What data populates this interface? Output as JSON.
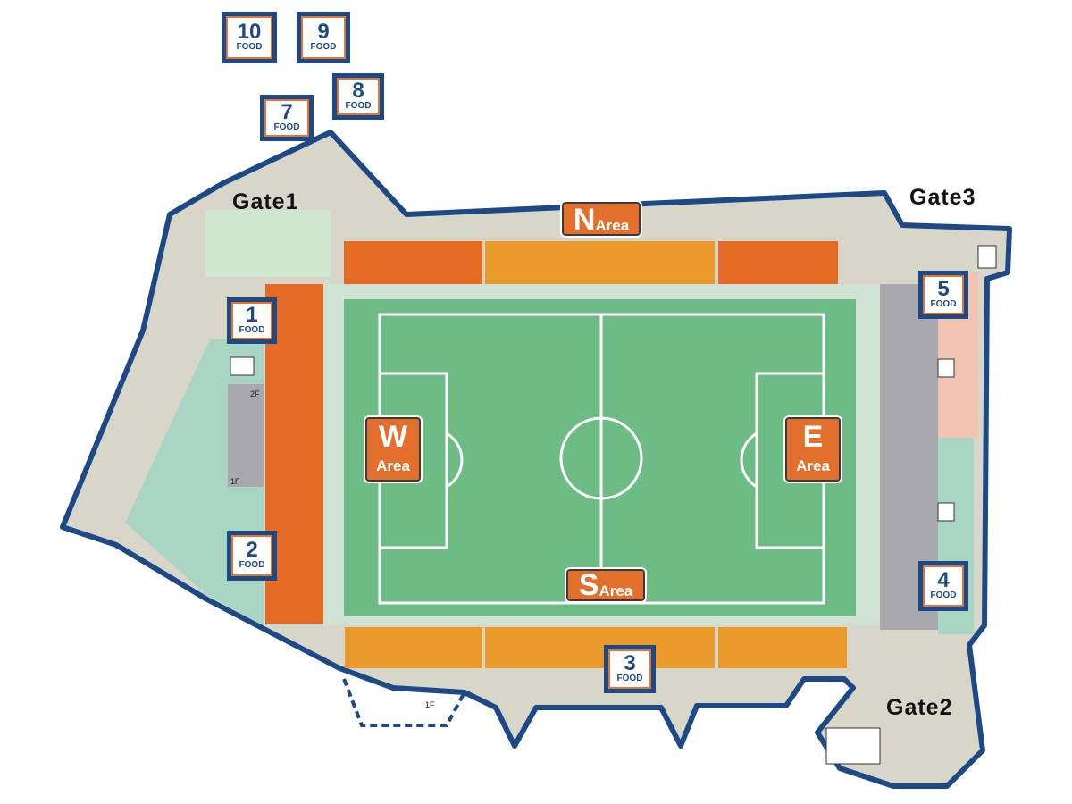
{
  "gates": {
    "gate1": "Gate1",
    "gate2": "Gate2",
    "gate3": "Gate3"
  },
  "areas": {
    "north": {
      "letter": "N",
      "label": "Area"
    },
    "south": {
      "letter": "S",
      "label": "Area"
    },
    "west": {
      "letter": "W",
      "label": "Area"
    },
    "east": {
      "letter": "E",
      "label": "Area"
    }
  },
  "food": [
    {
      "number": "1",
      "label": "FOOD"
    },
    {
      "number": "2",
      "label": "FOOD"
    },
    {
      "number": "3",
      "label": "FOOD"
    },
    {
      "number": "4",
      "label": "FOOD"
    },
    {
      "number": "5",
      "label": "FOOD"
    },
    {
      "number": "7",
      "label": "FOOD"
    },
    {
      "number": "8",
      "label": "FOOD"
    },
    {
      "number": "9",
      "label": "FOOD"
    },
    {
      "number": "10",
      "label": "FOOD"
    }
  ],
  "floors": {
    "f2": "2F",
    "f1": "1F",
    "f1_south": "1F"
  },
  "colors": {
    "outline": "#1d4a86",
    "pitch": "#6dbb85",
    "stand_dark": "#e56b24",
    "stand_light": "#ea9a2a",
    "concourse": "#d8d6c9"
  }
}
